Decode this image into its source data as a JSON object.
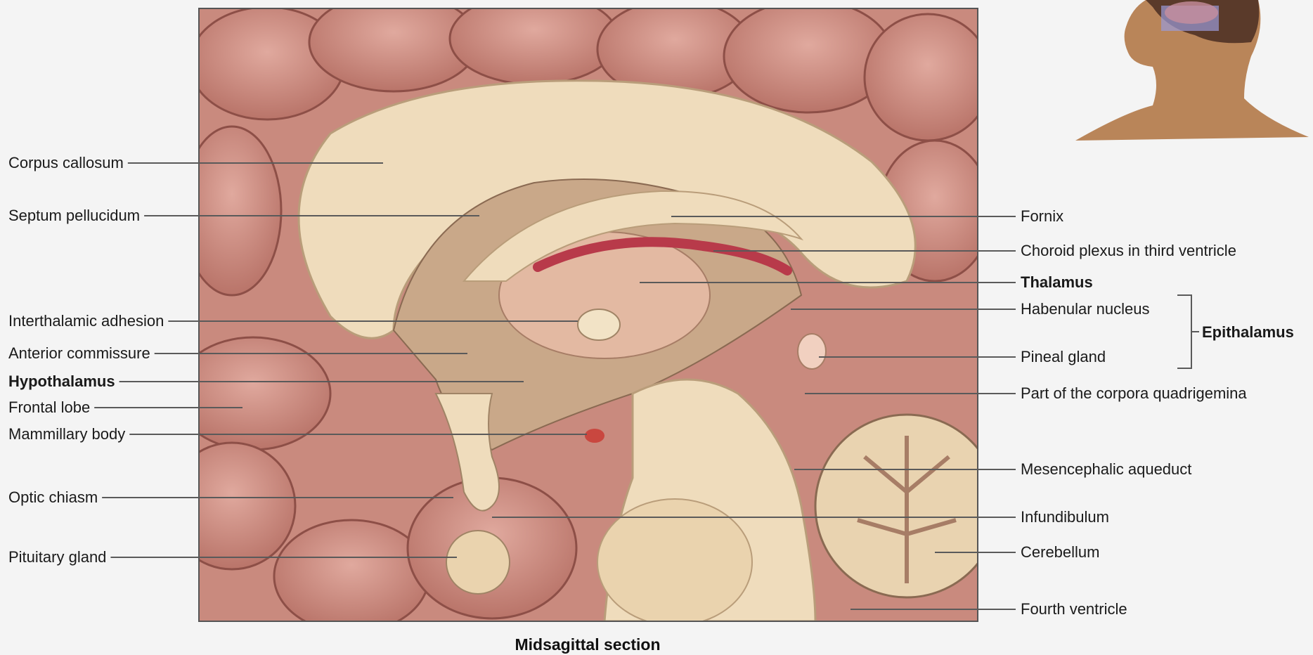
{
  "caption": "Midsagittal section",
  "left_labels": [
    {
      "text": "Corpus callosum",
      "bold": false
    },
    {
      "text": "Septum pellucidum",
      "bold": false
    },
    {
      "text": "Interthalamic adhesion",
      "bold": false
    },
    {
      "text": "Anterior commissure",
      "bold": false
    },
    {
      "text": "Hypothalamus",
      "bold": true
    },
    {
      "text": "Frontal lobe",
      "bold": false
    },
    {
      "text": "Mammillary body",
      "bold": false
    },
    {
      "text": "Optic chiasm",
      "bold": false
    },
    {
      "text": "Pituitary gland",
      "bold": false
    }
  ],
  "right_labels": [
    {
      "text": "Fornix",
      "bold": false
    },
    {
      "text": "Choroid plexus in third ventricle",
      "bold": false
    },
    {
      "text": "Thalamus",
      "bold": true
    },
    {
      "text": "Habenular nucleus",
      "bold": false
    },
    {
      "text": "Pineal gland",
      "bold": false
    },
    {
      "text": "Part of the corpora quadrigemina",
      "bold": false
    },
    {
      "text": "Mesencephalic aqueduct",
      "bold": false
    },
    {
      "text": "Infundibulum",
      "bold": false
    },
    {
      "text": "Cerebellum",
      "bold": false
    },
    {
      "text": "Fourth ventricle",
      "bold": false
    }
  ],
  "group_label": {
    "text": "Epithalamus",
    "bold": true
  },
  "colors": {
    "cortex": "#c98a7e",
    "cortex_dark": "#9a5b52",
    "white_matter": "#efdcbc",
    "thalamus": "#e3b9a2",
    "choroid": "#b83a4a",
    "background": "#f4f4f4"
  }
}
